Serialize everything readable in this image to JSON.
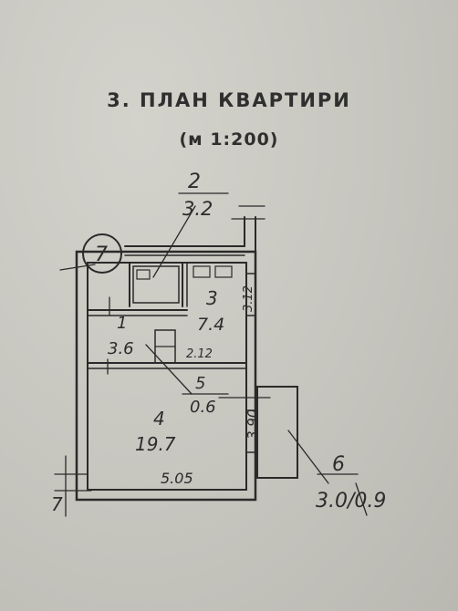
{
  "header": {
    "title": "3. ПЛАН КВАРТИРИ",
    "scale": "(м 1:200)"
  },
  "rooms": {
    "r1": {
      "num": "1",
      "area": "3.6"
    },
    "r2": {
      "num": "2",
      "area": "3.2"
    },
    "r3": {
      "num": "3",
      "area": "7.4"
    },
    "r4": {
      "num": "4",
      "area": "19.7"
    },
    "r5": {
      "num": "5",
      "area": "0.6"
    },
    "r6": {
      "num": "6",
      "area": "3.0/0.9"
    }
  },
  "dimensions": {
    "d1": "3.12",
    "d2": "2.12",
    "d3": "3.90",
    "d4": "5.05"
  },
  "markers": {
    "floor_circle": "7",
    "side_mark": "7"
  }
}
